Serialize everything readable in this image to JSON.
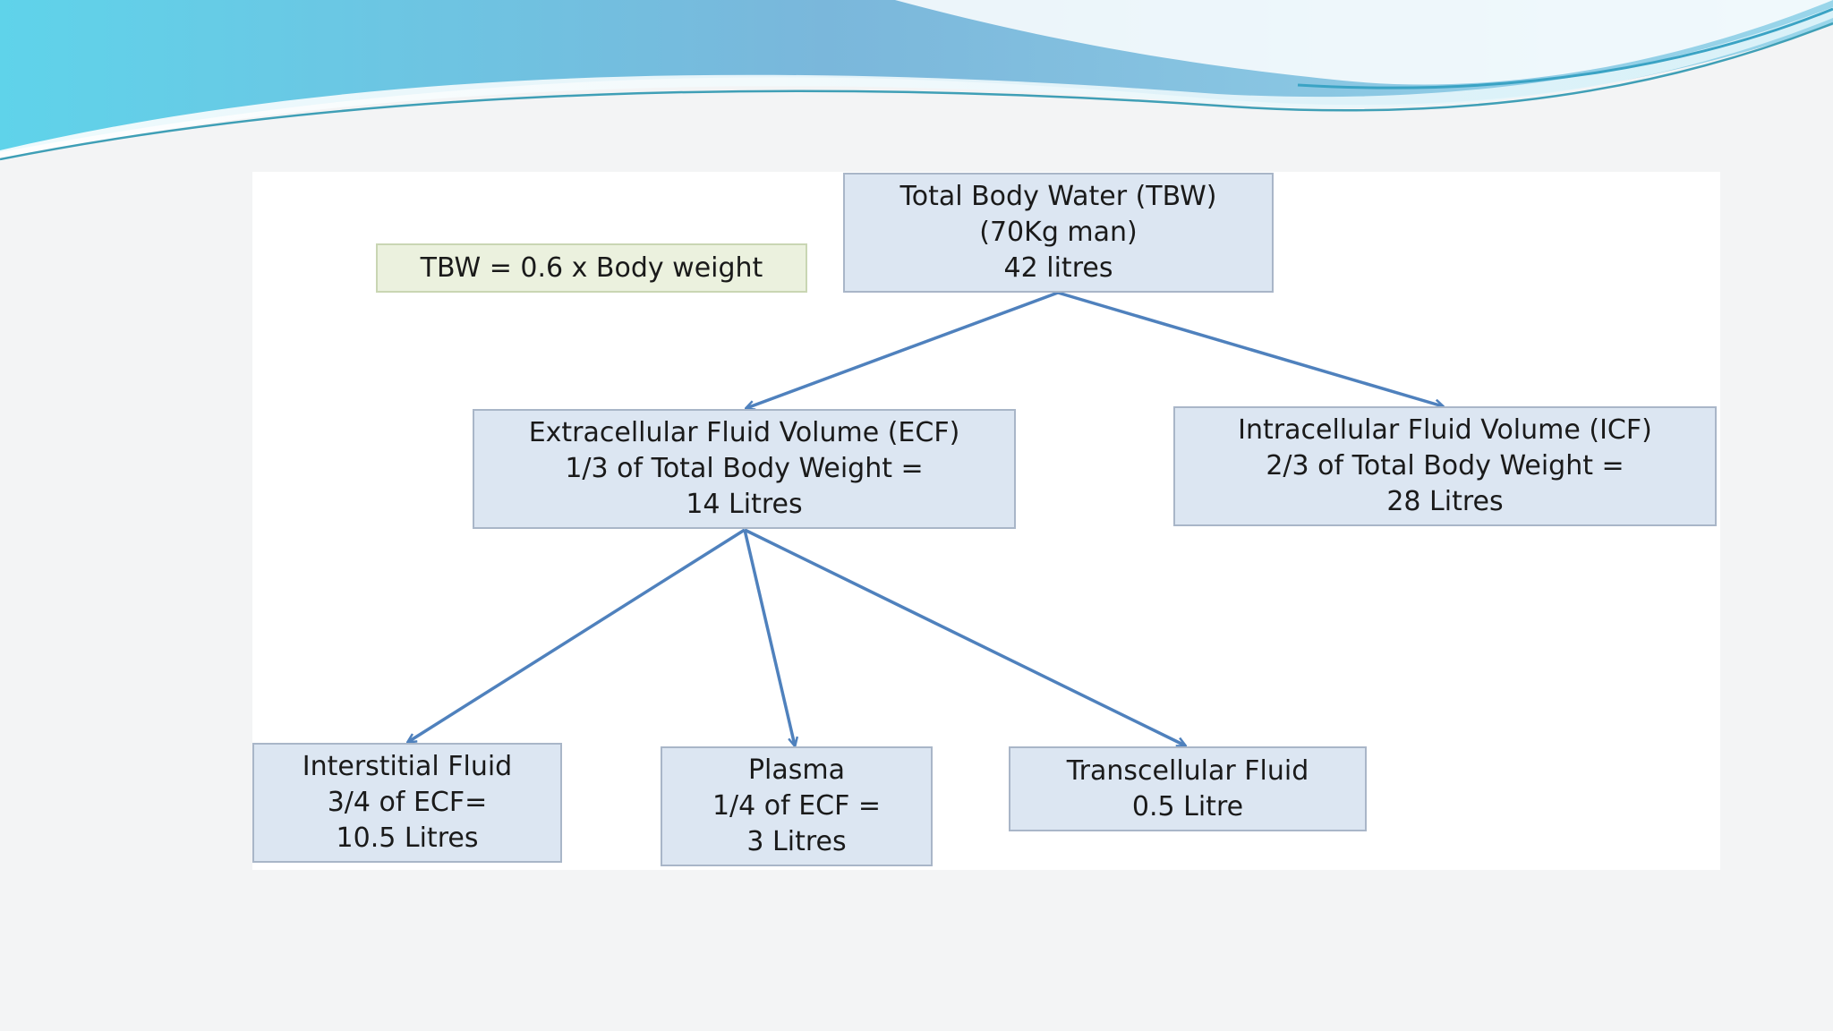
{
  "diagram": {
    "formula": "TBW = 0.6 x Body weight",
    "nodes": {
      "tbw": {
        "lines": [
          "Total Body Water (TBW)",
          "(70Kg man)",
          "42 litres"
        ]
      },
      "ecf": {
        "lines": [
          "Extracellular Fluid Volume (ECF)",
          "1/3 of Total Body Weight =",
          "14 Litres"
        ]
      },
      "icf": {
        "lines": [
          "Intracellular Fluid Volume (ICF)",
          "2/3 of Total Body Weight =",
          "28 Litres"
        ]
      },
      "interstitial": {
        "lines": [
          "Interstitial Fluid",
          "3/4 of ECF=",
          "10.5 Litres"
        ]
      },
      "plasma": {
        "lines": [
          "Plasma",
          "1/4 of ECF =",
          "3 Litres"
        ]
      },
      "transcellular": {
        "lines": [
          "Transcellular Fluid",
          "0.5 Litre"
        ]
      }
    },
    "edges": [
      {
        "from": "tbw",
        "to": "ecf"
      },
      {
        "from": "tbw",
        "to": "icf"
      },
      {
        "from": "ecf",
        "to": "interstitial"
      },
      {
        "from": "ecf",
        "to": "plasma"
      },
      {
        "from": "ecf",
        "to": "transcellular"
      }
    ],
    "colors": {
      "box_fill": "#dce6f2",
      "box_border": "#a9b6c8",
      "formula_fill": "#ebf1de",
      "arrow": "#4f81bd",
      "header_wave": "#5bc8e0"
    }
  }
}
